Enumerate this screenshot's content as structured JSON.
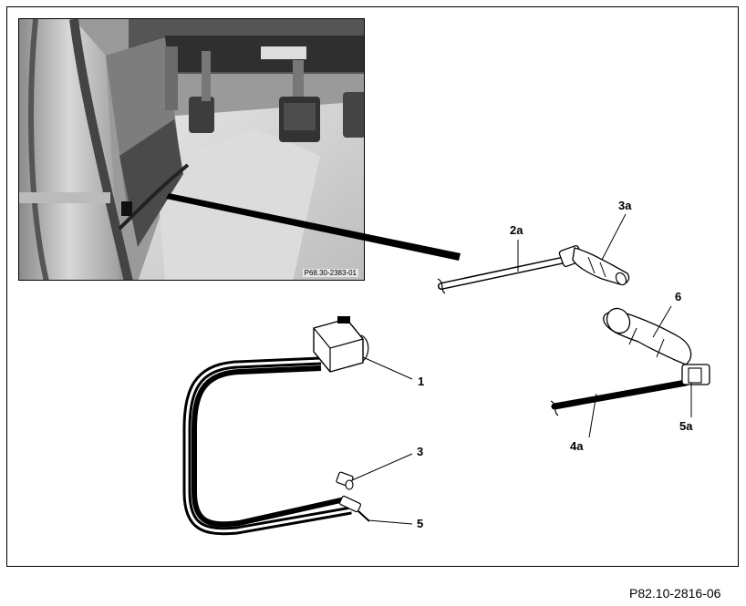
{
  "inset": {
    "photo_code": "P68.30-2383-01"
  },
  "callouts": {
    "c1": "1",
    "c2a": "2a",
    "c3": "3",
    "c3a": "3a",
    "c4a": "4a",
    "c5": "5",
    "c5a": "5a",
    "c6": "6"
  },
  "figure_code": "P82.10-2816-06"
}
